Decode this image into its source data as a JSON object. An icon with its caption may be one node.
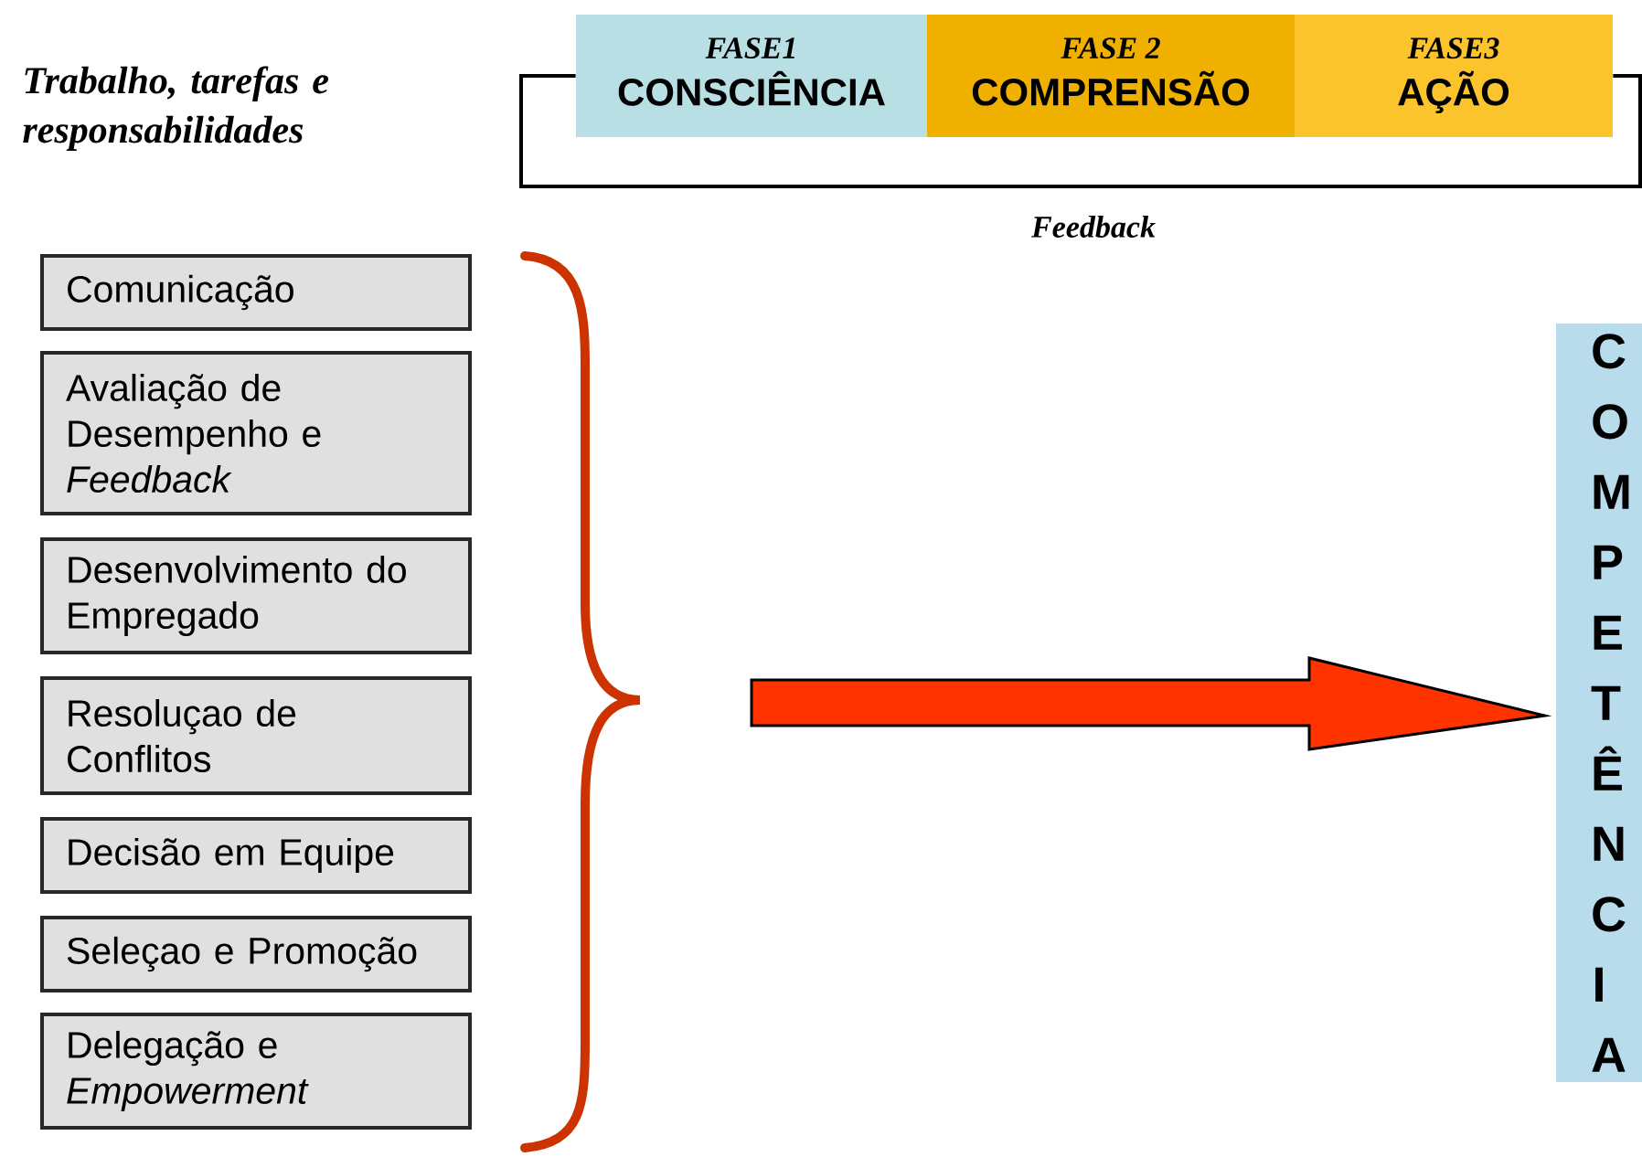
{
  "diagram": {
    "title": "Trabalho, tarefas e responsabilidades",
    "nodes": [
      {
        "text": [
          "FASE1",
          "CONSCIÊNCIA"
        ]
      },
      {
        "text": [
          "FASE 2",
          "COMPRENSÃO"
        ]
      },
      {
        "text": [
          "FASE3",
          "AÇÃO"
        ]
      },
      {
        "text": [
          "Comunicação"
        ]
      },
      {
        "text": [
          "Avaliação de Desempenho e *Feedback*"
        ]
      },
      {
        "text": [
          "Desenvolvimento do Empregado"
        ]
      },
      {
        "text": [
          "Resoluçao de Conflitos"
        ]
      },
      {
        "text": [
          "Decisão em Equipe"
        ]
      },
      {
        "text": [
          "Seleçao e Promoção"
        ]
      },
      {
        "text": [
          "Delegação e *Empowerment*"
        ]
      },
      {
        "text": [
          "COMPETÊNCIA"
        ]
      }
    ],
    "edges": [
      {
        "from": 2,
        "to": 0,
        "arrow": "none",
        "label": "Feedback"
      },
      {
        "from": null,
        "to": 10,
        "arrow": "to",
        "style": "thick",
        "color": "#ff3300"
      }
    ]
  }
}
